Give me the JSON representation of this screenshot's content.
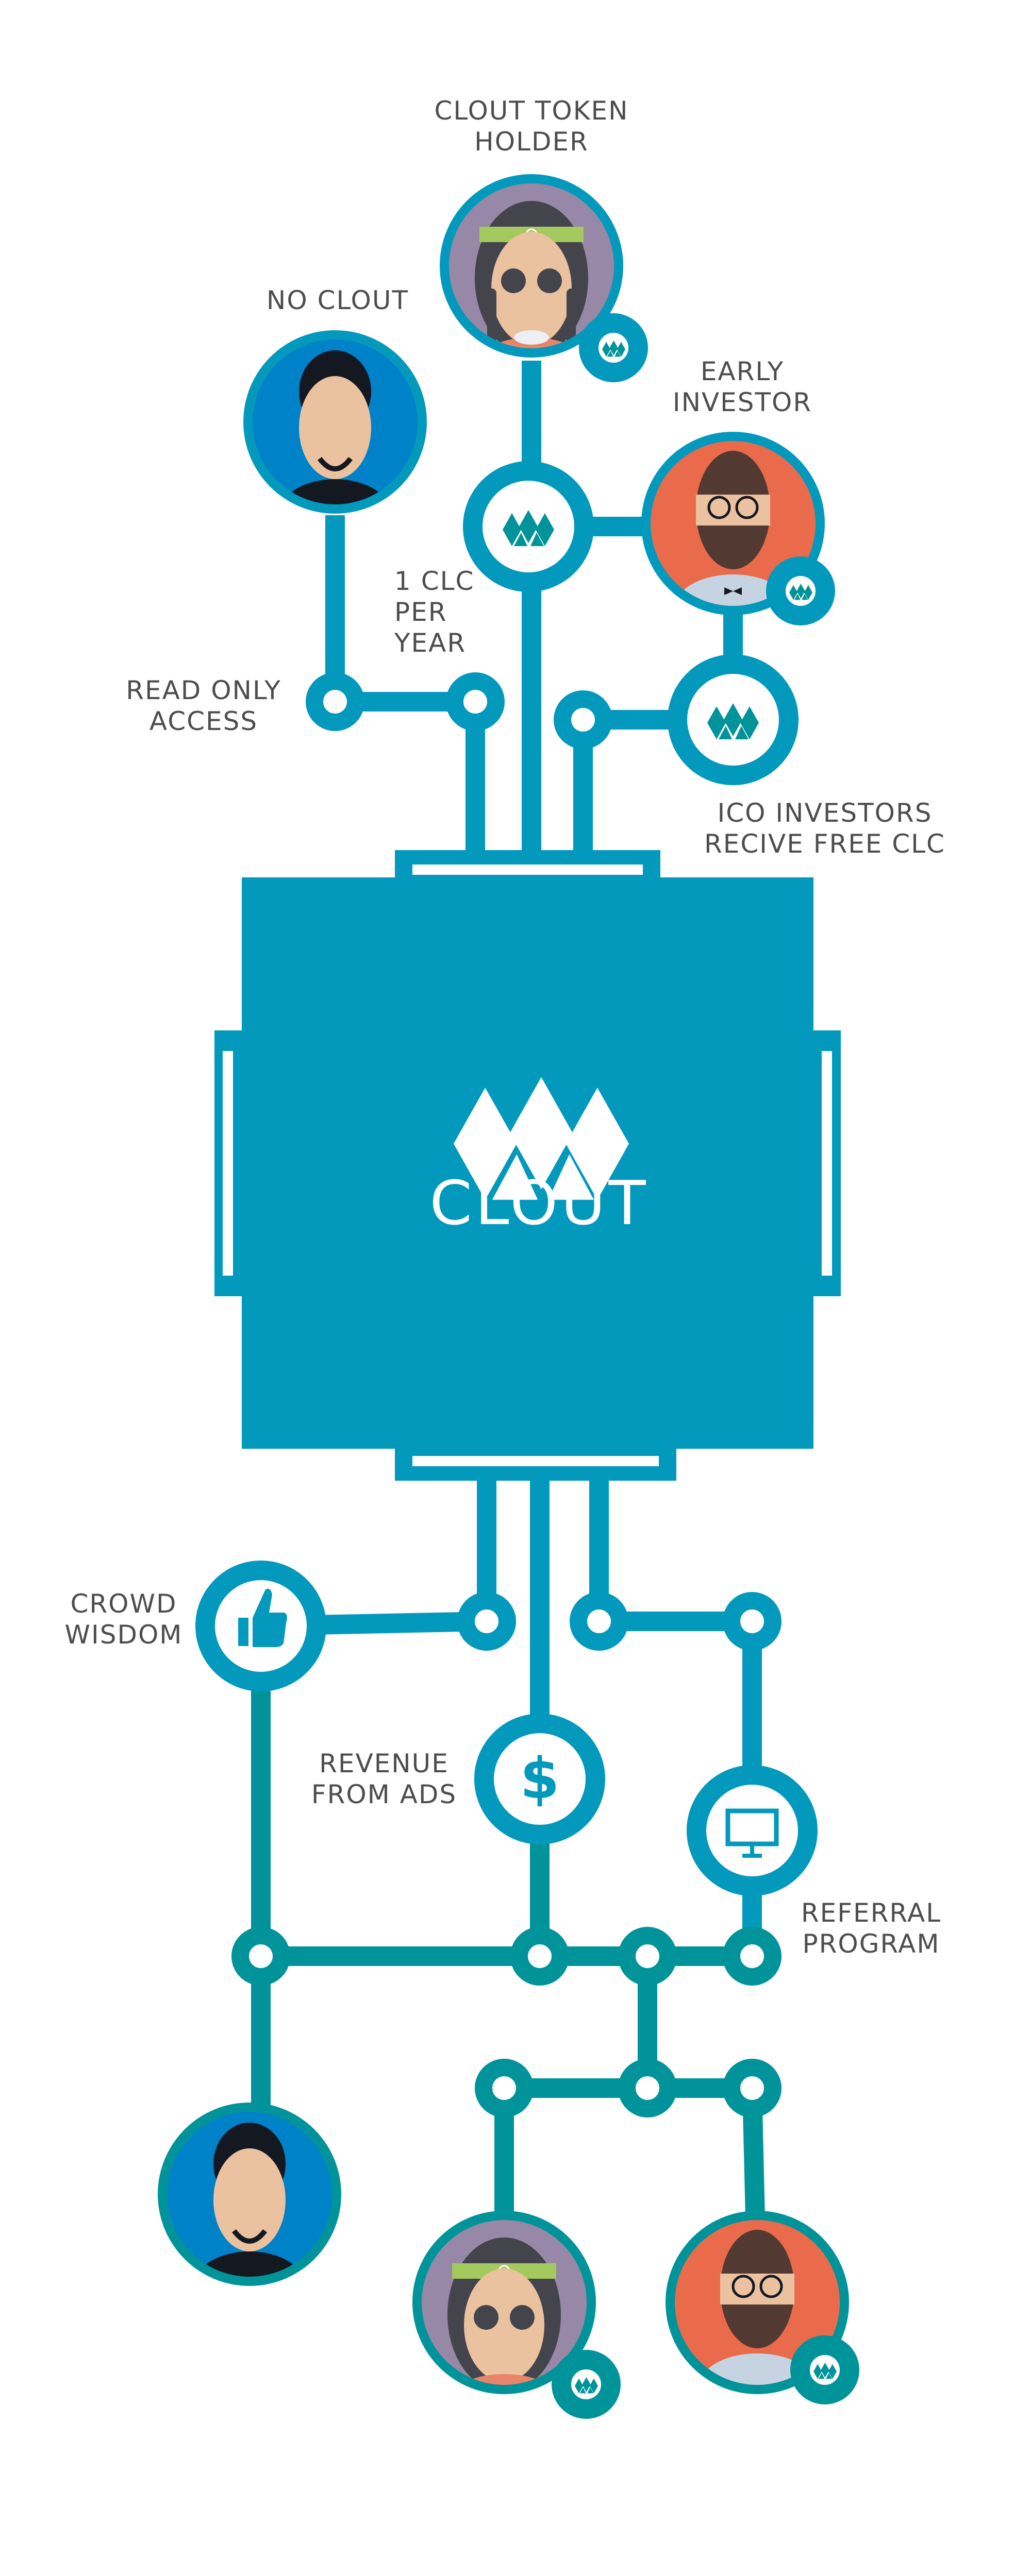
{
  "logo": {
    "text": "CLOUT"
  },
  "colors": {
    "primary": "#0299BC",
    "secondary": "#00939A",
    "text": "#4d4d4f",
    "avatar_blue": "#0082C8",
    "avatar_purple": "#9688A6",
    "avatar_orange": "#EA6B4B"
  },
  "top": {
    "token_holder": {
      "line1": "CLOUT TOKEN",
      "line2": "HOLDER"
    },
    "no_clout": {
      "line1": "NO CLOUT"
    },
    "early_investor": {
      "line1": "EARLY",
      "line2": "INVESTOR"
    },
    "clc_per_year": {
      "line1": "1 CLC",
      "line2": "PER",
      "line3": "YEAR"
    },
    "read_only": {
      "line1": "READ ONLY",
      "line2": "ACCESS"
    },
    "ico": {
      "line1": "ICO INVESTORS",
      "line2": "RECIVE FREE CLC"
    }
  },
  "bottom": {
    "crowd_wisdom": {
      "line1": "CROWD",
      "line2": "WISDOM",
      "icon": "thumbs-up-icon"
    },
    "revenue": {
      "line1": "REVENUE",
      "line2": "FROM ADS",
      "icon": "dollar-icon",
      "symbol": "$"
    },
    "referral": {
      "line1": "REFERRAL",
      "line2": "PROGRAM",
      "icon": "monitor-icon"
    }
  }
}
